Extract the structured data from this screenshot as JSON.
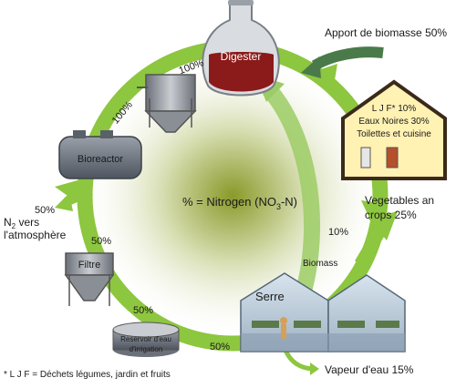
{
  "diagram": {
    "nodes": {
      "digester": "Digester",
      "bioreactor": "Bioreactor",
      "filtre": "Filtre",
      "reservoir_line1": "Reservoir d'eau",
      "reservoir_line2": "d'irrigation",
      "serre": "Serre"
    },
    "center_label": "% = Nitrogen (NO",
    "center_sub": "3",
    "center_tail": "-N)",
    "percent_labels": {
      "digester_left": "100%",
      "bioreactor_top": "100%",
      "n2_loss": "50%",
      "filtre_top": "50%",
      "filtre_bottom": "50%",
      "reservoir_right": "50%",
      "biomass_return": "10%"
    },
    "biomass_label": "Biomass",
    "inputs": {
      "apport": "Apport de biomasse  50%"
    },
    "house": {
      "line1": "L J F* 10%",
      "line2": "Eaux Noires 30%",
      "line3": "Toilettes et cuisine"
    },
    "outputs": {
      "n2_line1": "N",
      "n2_sub": "2",
      "n2_line1_tail": " vers",
      "n2_line2": "l'atmosphère",
      "vegetables_line1": "Vegetables an",
      "vegetables_line2": "crops  25%",
      "vapeur": "Vapeur d'eau 15%"
    },
    "footnote": "* L J F = Déchets légumes, jardin et fruits",
    "colors": {
      "cycle_green": "#8dc63f",
      "dark_green_arrow": "#4a7a4a",
      "digester_red": "#8b1a1a",
      "house_fill": "#fff2b3"
    }
  }
}
